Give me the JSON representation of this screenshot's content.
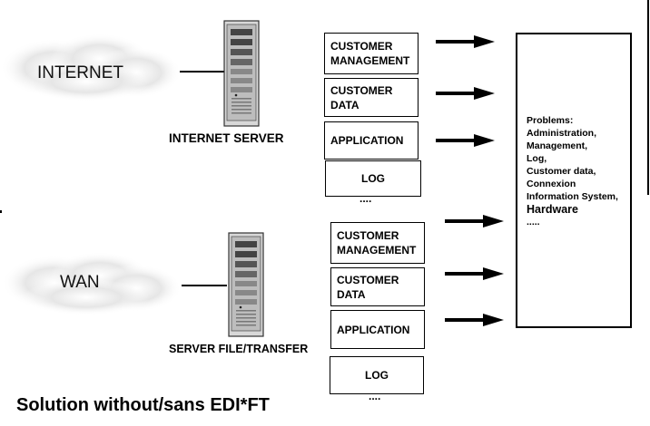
{
  "top": {
    "cloud_label": "INTERNET",
    "server_label": "INTERNET SERVER",
    "boxes": [
      {
        "line1": "CUSTOMER",
        "line2": "MANAGEMENT"
      },
      {
        "line1": "CUSTOMER",
        "line2": "DATA"
      },
      {
        "line1": "APPLICATION"
      },
      {
        "line1": "LOG"
      }
    ],
    "ellipsis": "...."
  },
  "bottom": {
    "cloud_label": "WAN",
    "server_label": "SERVER FILE/TRANSFER",
    "boxes": [
      {
        "line1": "CUSTOMER",
        "line2": "MANAGEMENT"
      },
      {
        "line1": "CUSTOMER",
        "line2": "DATA"
      },
      {
        "line1": "APPLICATION"
      },
      {
        "line1": "LOG"
      }
    ],
    "ellipsis": "...."
  },
  "problems": {
    "lines": [
      "Problems:",
      "Administration,",
      "Management,",
      "Log,",
      "Customer data,",
      "Connexion",
      "Information System,",
      "Hardware",
      "....."
    ]
  },
  "caption": "Solution without/sans EDI*FT"
}
